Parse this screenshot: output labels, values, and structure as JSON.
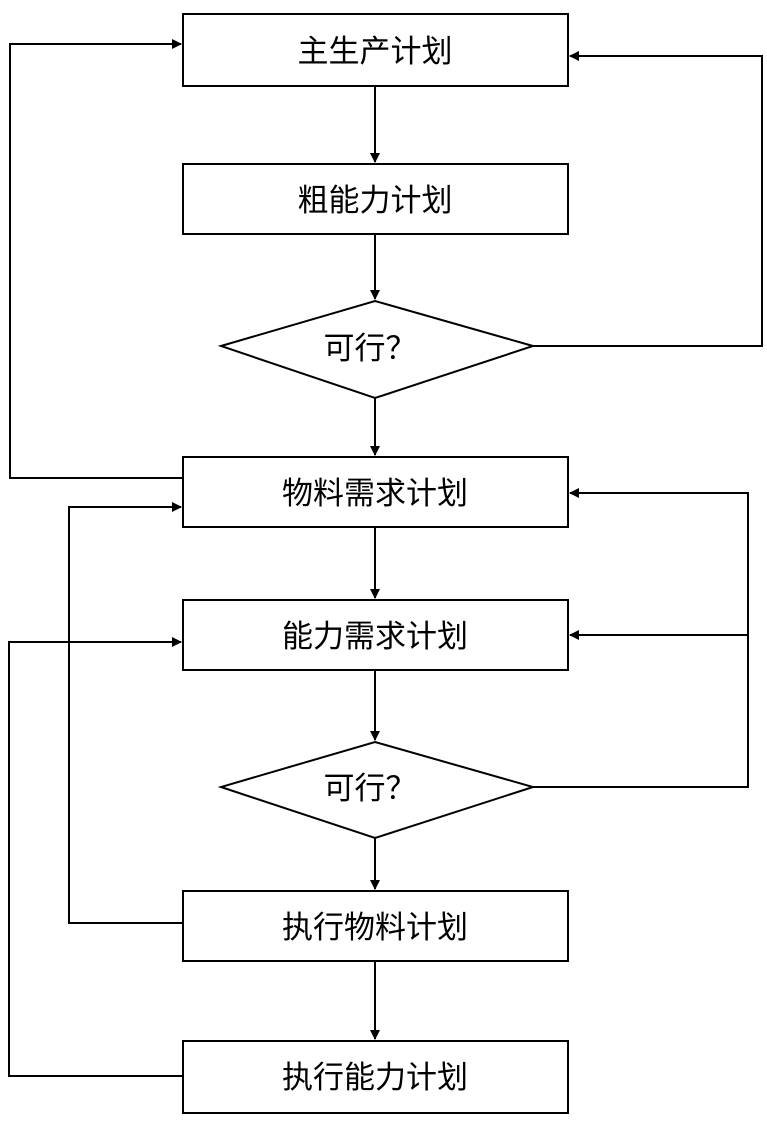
{
  "diagram": {
    "nodes": {
      "master_schedule": "主生产计划",
      "rough_capacity": "粗能力计划",
      "feasible_1": "可行？",
      "material_requirements": "物料需求计划",
      "capacity_requirements": "能力需求计划",
      "feasible_2": "可行？",
      "execute_material": "执行物料计划",
      "execute_capacity": "执行能力计划"
    }
  }
}
